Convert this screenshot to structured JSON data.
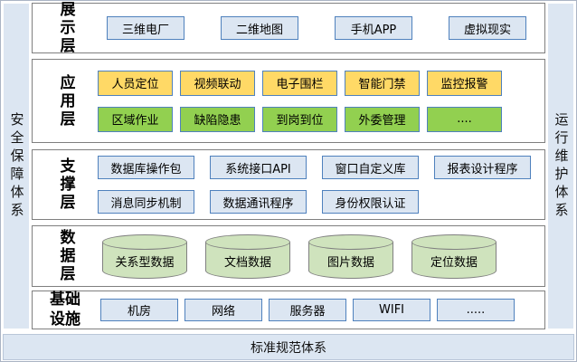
{
  "diagram": {
    "side_left_label": "安全保障体系",
    "side_right_label": "运行维护体系",
    "bottom_bar_label": "标准规范体系",
    "layers": {
      "display": {
        "label": "展示层",
        "items": [
          "三维电厂",
          "二维地图",
          "手机APP",
          "虚拟现实"
        ]
      },
      "app": {
        "label": "应用层",
        "row1": [
          "人员定位",
          "视频联动",
          "电子围栏",
          "智能门禁",
          "监控报警"
        ],
        "row2": [
          "区域作业",
          "缺陷隐患",
          "到岗到位",
          "外委管理",
          "...."
        ]
      },
      "support": {
        "label": "支撑层",
        "row1": [
          "数据库操作包",
          "系统接口API",
          "窗口自定义库",
          "报表设计程序"
        ],
        "row2": [
          "消息同步机制",
          "数据通讯程序",
          "身份权限认证"
        ]
      },
      "data": {
        "label": "数据层",
        "items": [
          "关系型数据",
          "文档数据",
          "图片数据",
          "定位数据"
        ]
      },
      "infra": {
        "label": "基础设施",
        "items": [
          "机房",
          "网络",
          "服务器",
          "WIFI",
          "....."
        ]
      }
    },
    "colors": {
      "panel_blue": "#dce6f2",
      "blue_chip_fill": "#dce6f2",
      "chip_border_blue": "#4f81bd",
      "yellow_chip_fill": "#ffd966",
      "green_chip_fill": "#92d050",
      "cylinder_fill": "#cfe3bd",
      "cylinder_border": "#808080",
      "layer_border": "#7f7f7f"
    }
  }
}
